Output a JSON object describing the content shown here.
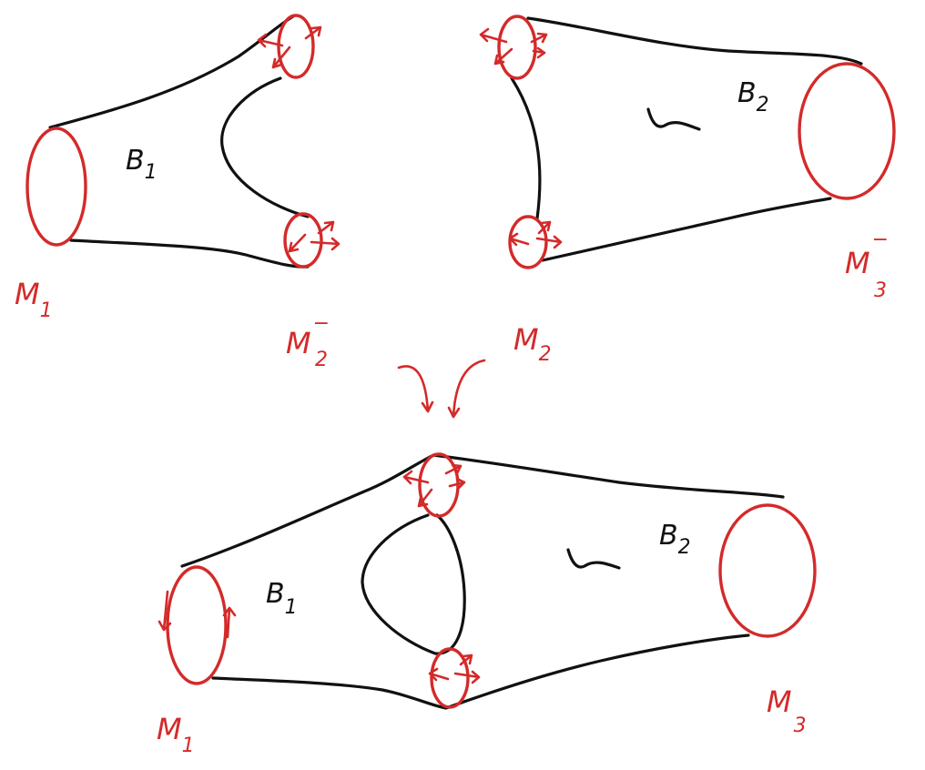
{
  "colors": {
    "ink": "#111111",
    "boundary": "#d42a2a",
    "background": "#ffffff"
  },
  "top_left": {
    "surface_label": {
      "main": "B",
      "sub": "1"
    },
    "boundary_labels": [
      {
        "main": "M",
        "sub": "1",
        "sup": ""
      },
      {
        "main": "M",
        "sub": "2",
        "sup": "−"
      }
    ]
  },
  "top_right": {
    "surface_label": {
      "main": "B",
      "sub": "2"
    },
    "boundary_labels": [
      {
        "main": "M",
        "sub": "2",
        "sup": ""
      },
      {
        "main": "M",
        "sub": "3",
        "sup": "−"
      }
    ]
  },
  "bottom": {
    "surface_labels": [
      {
        "main": "B",
        "sub": "1"
      },
      {
        "main": "B",
        "sub": "2"
      }
    ],
    "boundary_labels": [
      {
        "main": "M",
        "sub": "1"
      },
      {
        "main": "M",
        "sub": "3"
      }
    ]
  }
}
